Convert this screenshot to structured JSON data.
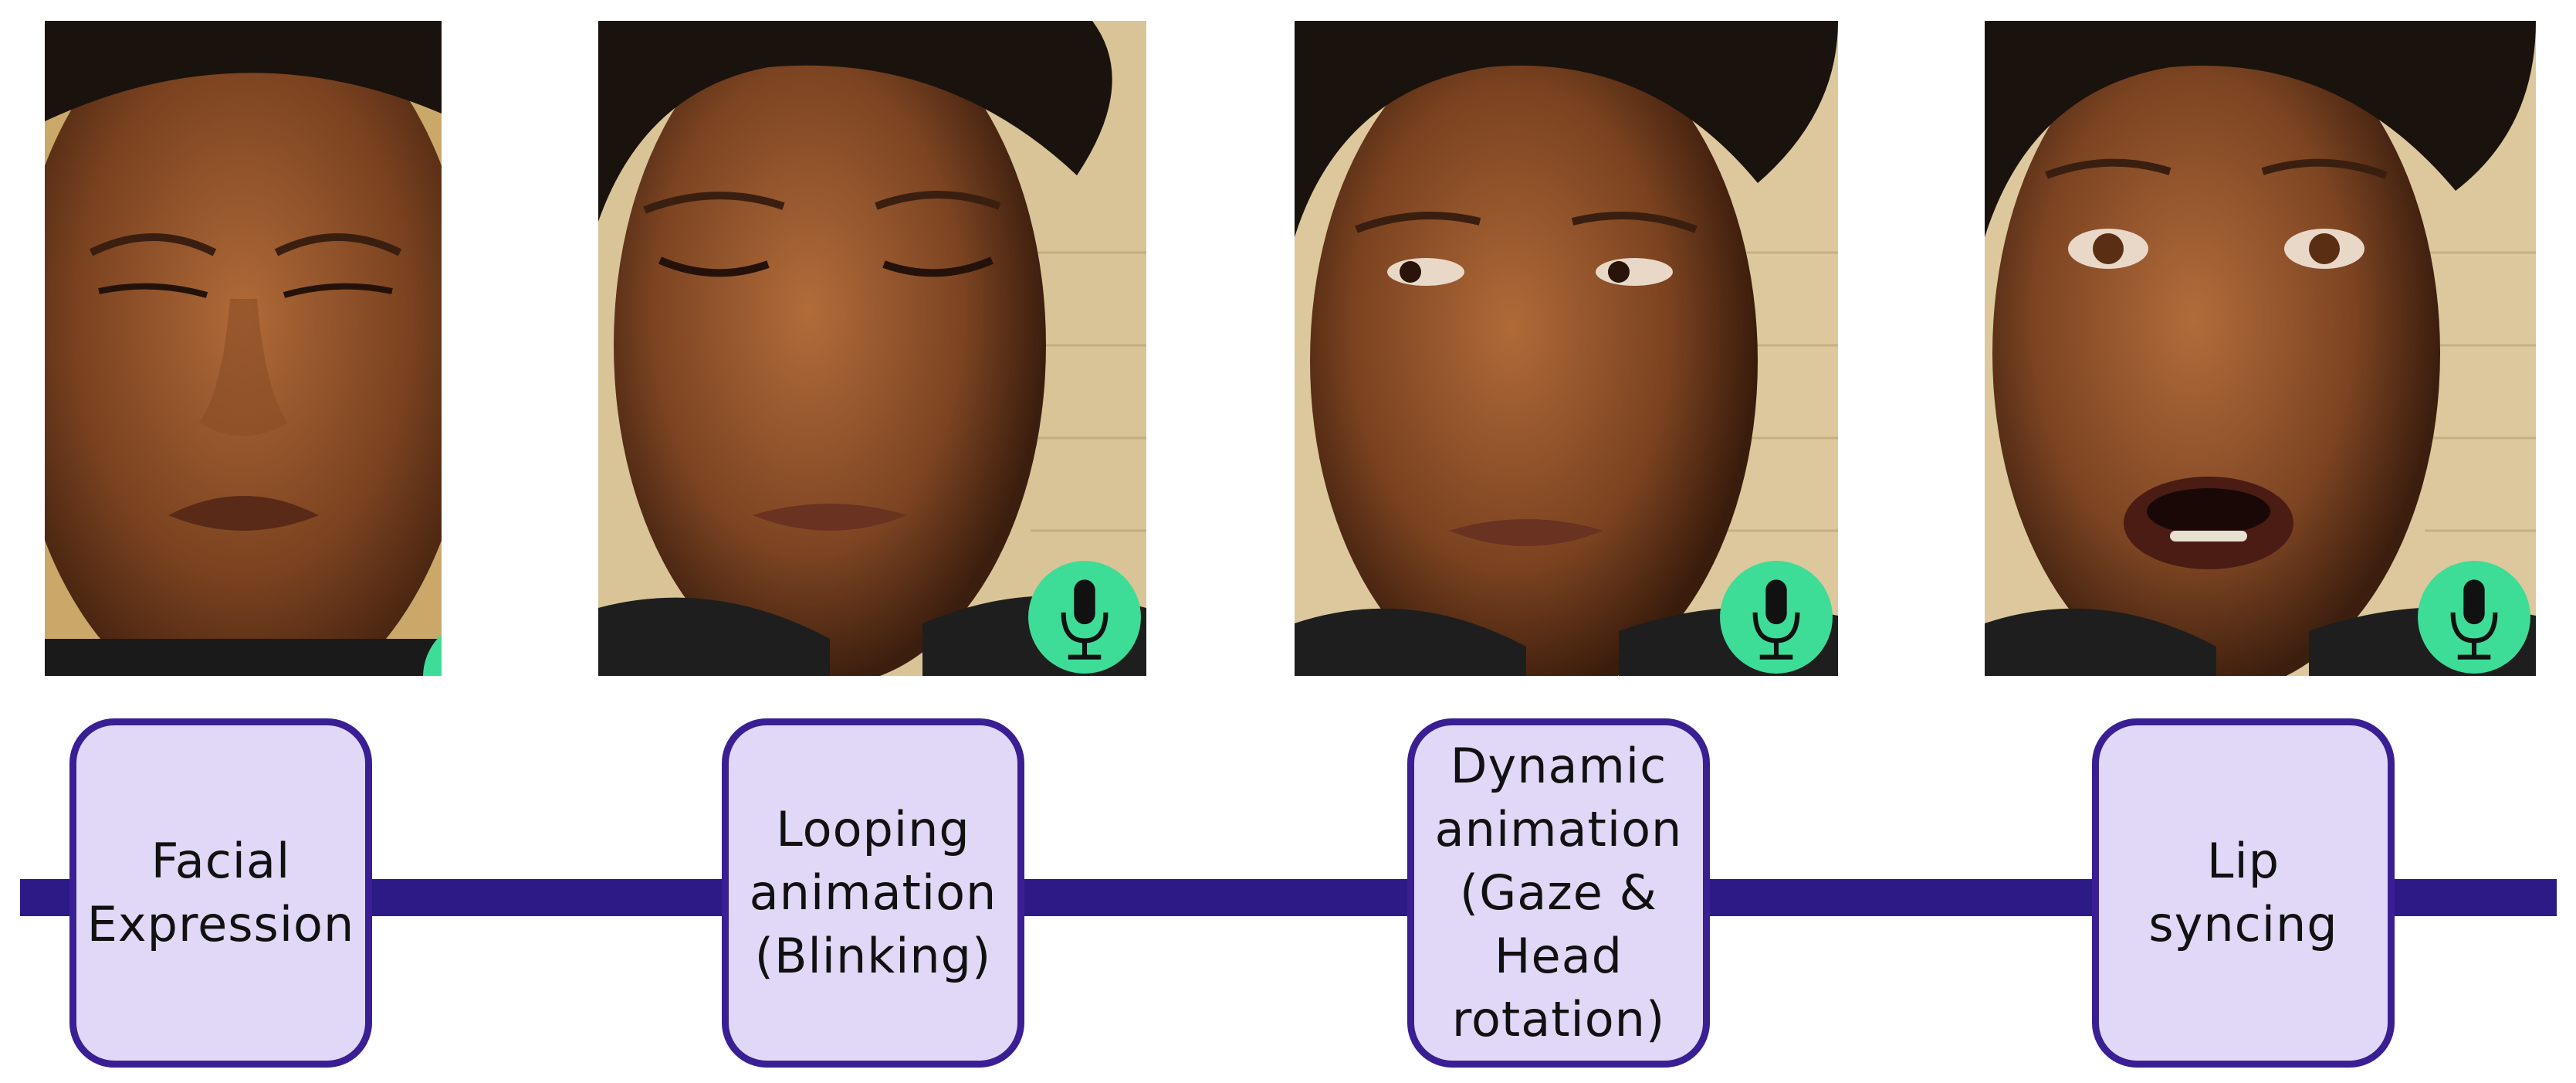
{
  "stages": [
    {
      "label": "Facial\nExpression",
      "mic_icon": "partial"
    },
    {
      "label": "Looping\nanimation\n(Blinking)",
      "mic_icon": "shown"
    },
    {
      "label": "Dynamic\nanimation\n(Gaze &\nHead\nrotation)",
      "mic_icon": "shown"
    },
    {
      "label": "Lip\nsyncing",
      "mic_icon": "shown"
    }
  ],
  "colors": {
    "timeline": "#2e1a87",
    "box_border": "#3a1f94",
    "box_fill": "#e0d8f6",
    "mic_badge": "#3ddc97"
  },
  "icons": [
    "microphone-icon"
  ]
}
